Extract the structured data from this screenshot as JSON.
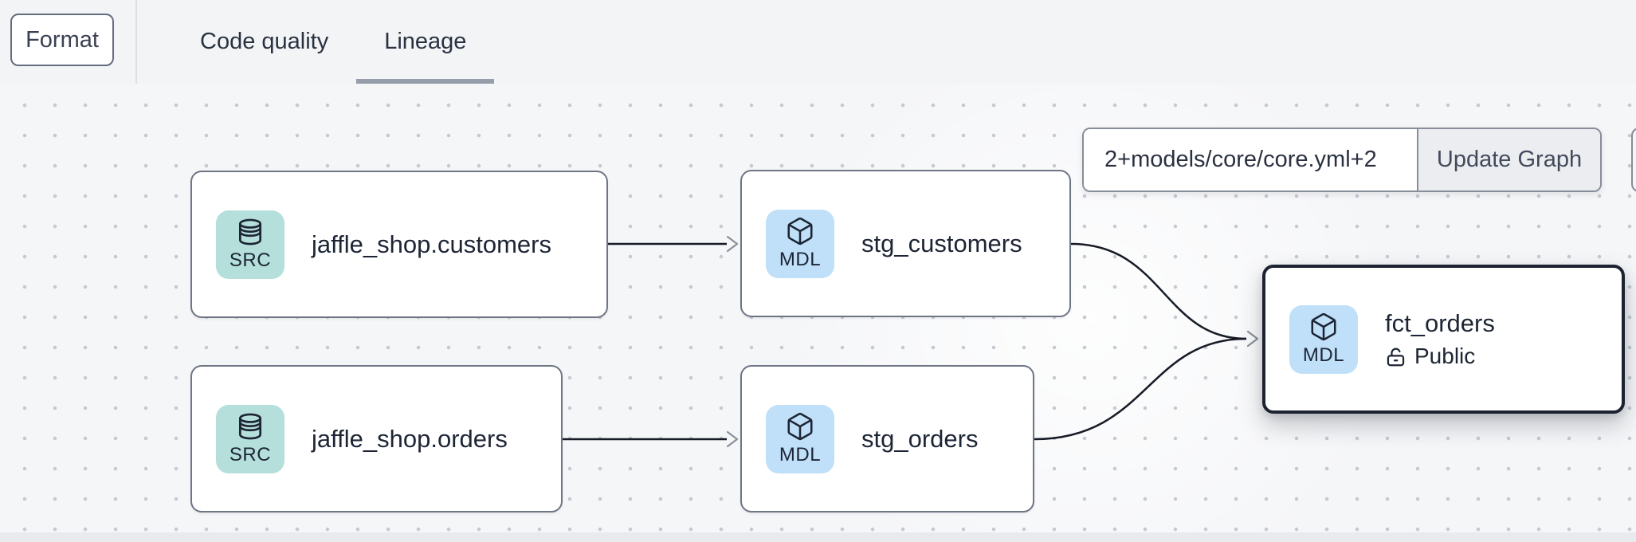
{
  "header": {
    "format_button": "Format",
    "tabs": [
      {
        "label": "Code quality",
        "active": false
      },
      {
        "label": "Lineage",
        "active": true
      }
    ]
  },
  "lineage_controls": {
    "selector_input_value": "2+models/core/core.yml+2",
    "update_button": "Update Graph"
  },
  "graph": {
    "nodes": [
      {
        "id": "jaffle_shop.customers",
        "title": "jaffle_shop.customers",
        "badge": "SRC",
        "icon": "database-icon",
        "kind": "source"
      },
      {
        "id": "stg_customers",
        "title": "stg_customers",
        "badge": "MDL",
        "icon": "cube-icon",
        "kind": "model"
      },
      {
        "id": "jaffle_shop.orders",
        "title": "jaffle_shop.orders",
        "badge": "SRC",
        "icon": "database-icon",
        "kind": "source"
      },
      {
        "id": "stg_orders",
        "title": "stg_orders",
        "badge": "MDL",
        "icon": "cube-icon",
        "kind": "model"
      },
      {
        "id": "fct_orders",
        "title": "fct_orders",
        "badge": "MDL",
        "icon": "cube-icon",
        "kind": "model",
        "access": "Public",
        "selected": true
      }
    ],
    "edges": [
      {
        "from": "jaffle_shop.customers",
        "to": "stg_customers"
      },
      {
        "from": "jaffle_shop.orders",
        "to": "stg_orders"
      },
      {
        "from": "stg_customers",
        "to": "fct_orders"
      },
      {
        "from": "stg_orders",
        "to": "fct_orders"
      }
    ]
  },
  "colors": {
    "src_badge_bg": "#b4dfda",
    "mdl_badge_bg": "#bfe0f8",
    "node_border": "#6e7584",
    "selected_node_border": "#1c2230",
    "edge_stroke": "#161b26",
    "arrowhead": "#8a8f9a",
    "text_dark": "#1d2535",
    "topbar_bg": "#f3f4f6",
    "canvas_bg": "#f5f6f8",
    "tab_underline": "#969dab"
  }
}
